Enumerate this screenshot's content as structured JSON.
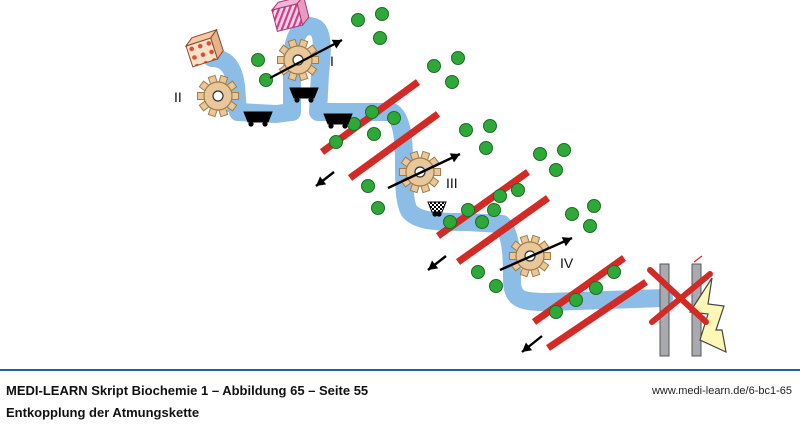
{
  "figure": {
    "complex_labels": [
      "I",
      "II",
      "III",
      "IV"
    ],
    "colors": {
      "channel": "#8cbde6",
      "membrane": "#d42a25",
      "proton": "#2fa83a",
      "proton_stroke": "#1d6b25",
      "gear": "#e8c89a",
      "gear_stroke": "#a57c46",
      "atp_synthase": "#a9aab0",
      "cross": "#d42a25",
      "lightning": "#fff7b5",
      "arrow": "#000000"
    },
    "icons": [
      "gear-icon",
      "minecart-icon",
      "checkered-cart-icon",
      "food-box-icon",
      "lightning-icon",
      "cross-icon",
      "proton-dot-icon",
      "arrow-icon"
    ]
  },
  "footer": {
    "title": "MEDI-LEARN Skript Biochemie 1 – Abbildung 65 – Seite 55",
    "subtitle": "Entkopplung der Atmungskette",
    "url": "www.medi-learn.de/6-bc1-65"
  }
}
